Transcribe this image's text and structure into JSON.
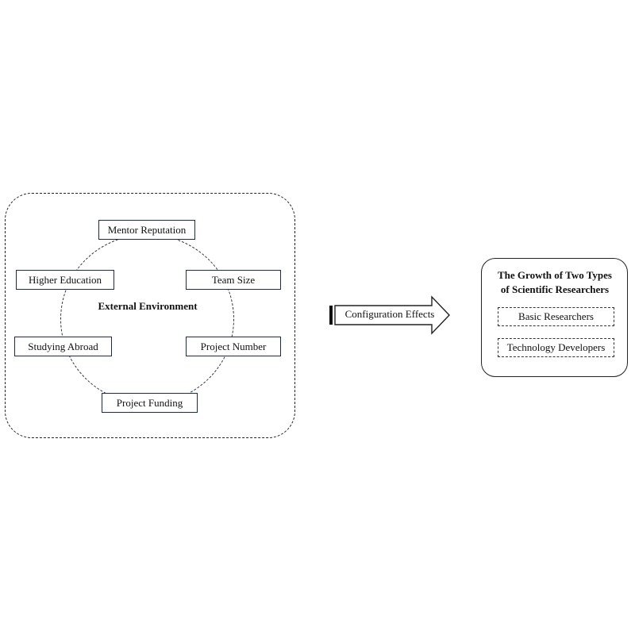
{
  "external_environment": {
    "label": "External Environment",
    "factors": {
      "mentor_reputation": "Mentor Reputation",
      "higher_education": "Higher Education",
      "team_size": "Team Size",
      "studying_abroad": "Studying Abroad",
      "project_number": "Project Number",
      "project_funding": "Project Funding"
    }
  },
  "relation": {
    "label": "Configuration Effects"
  },
  "outcome": {
    "title_line1": "The Growth of Two Types",
    "title_line2": "of Scientific Researchers",
    "types": [
      "Basic Researchers",
      "Technology Developers"
    ]
  }
}
